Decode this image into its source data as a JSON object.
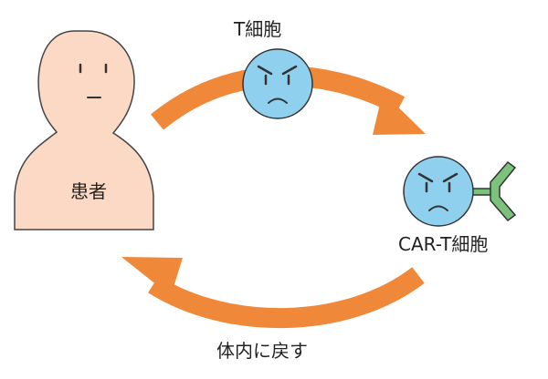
{
  "labels": {
    "patient": "患者",
    "t_cell": "T細胞",
    "car_t_cell": "CAR-T細胞",
    "return_to_body": "体内に戻す"
  },
  "colors": {
    "skin": "#fbd9c4",
    "cell": "#8fd0ef",
    "arrow": "#f0883a",
    "receptor": "#7bc37a",
    "outline": "#333333"
  }
}
